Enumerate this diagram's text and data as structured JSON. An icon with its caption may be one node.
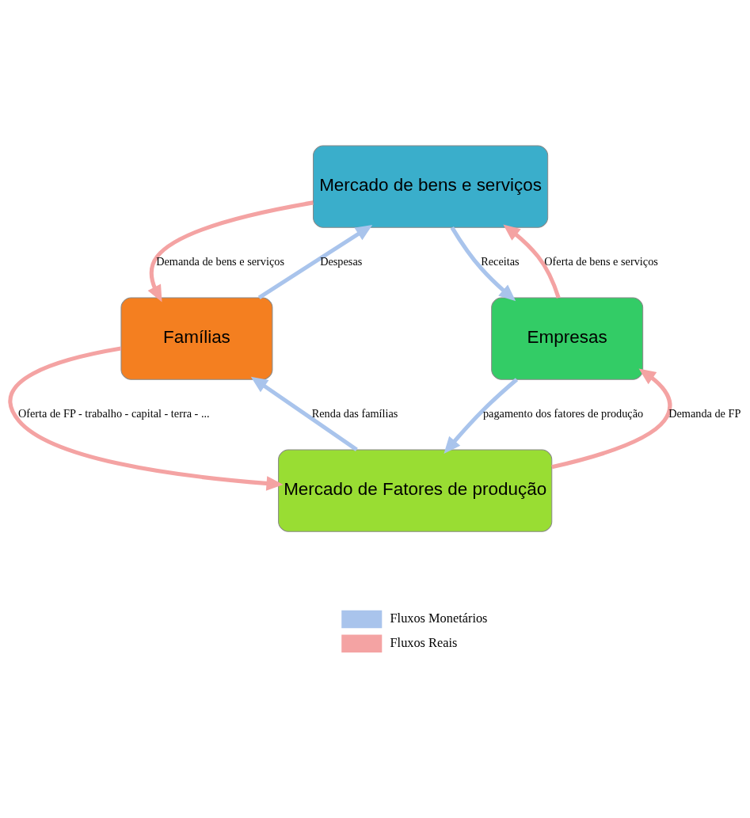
{
  "diagram": {
    "nodes": [
      {
        "text": [
          "Mercado de bens e serviços"
        ]
      },
      {
        "text": [
          "Famílias"
        ]
      },
      {
        "text": [
          "Empresas"
        ]
      },
      {
        "text": [
          "Mercado de Fatores de produção"
        ]
      }
    ],
    "edges": [
      {
        "from": 1,
        "to": 0,
        "arrow": "to",
        "label": "Despesas",
        "color": "#a9c4ec"
      },
      {
        "from": 0,
        "to": 1,
        "arrow": "to",
        "label": "Demanda de bens e serviços",
        "color": "#f4a3a3"
      },
      {
        "from": 0,
        "to": 2,
        "arrow": "to",
        "label": "Receitas",
        "color": "#a9c4ec"
      },
      {
        "from": 2,
        "to": 0,
        "arrow": "to",
        "label": "Oferta de bens e serviços",
        "color": "#f4a3a3"
      },
      {
        "from": 1,
        "to": 3,
        "arrow": "to",
        "label": "Oferta de FP - trabalho - capital - terra - ...",
        "color": "#f4a3a3"
      },
      {
        "from": 3,
        "to": 1,
        "arrow": "to",
        "label": "Renda das famílias",
        "color": "#a9c4ec"
      },
      {
        "from": 3,
        "to": 2,
        "arrow": "to",
        "label": "Demanda de FP",
        "color": "#f4a3a3"
      },
      {
        "from": 2,
        "to": 3,
        "arrow": "to",
        "label": "pagamento dos fatores de produção",
        "color": "#a9c4ec"
      }
    ],
    "legend": [
      {
        "text": "Fluxos Monetários",
        "color": "#a9c4ec"
      },
      {
        "text": "Fluxos Reais",
        "color": "#f4a3a3"
      }
    ]
  }
}
